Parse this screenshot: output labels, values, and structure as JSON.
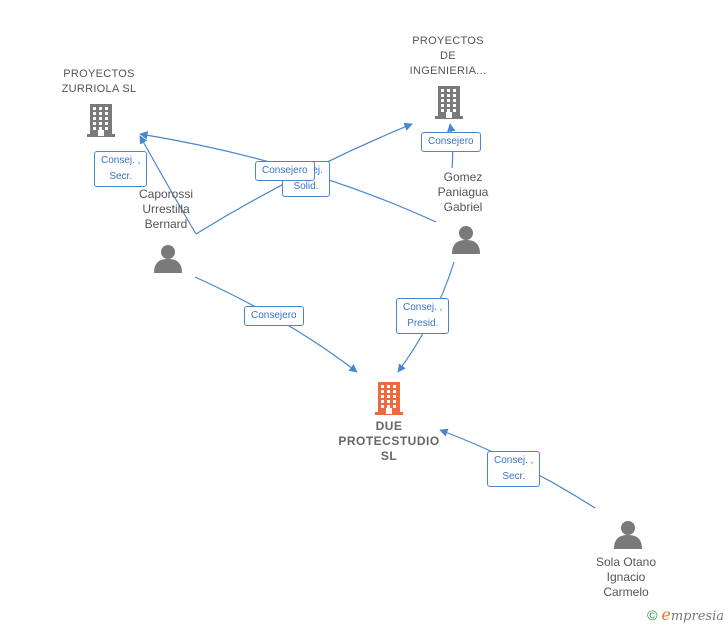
{
  "nodes": {
    "zurriola": {
      "lines": [
        "PROYECTOS",
        "ZURRIOLA  SL"
      ],
      "kind": "company"
    },
    "ingenieria": {
      "lines": [
        "PROYECTOS",
        "DE",
        "INGENIERIA..."
      ],
      "kind": "company"
    },
    "due": {
      "lines": [
        "DUE",
        "PROTECSTUDIO",
        "SL"
      ],
      "kind": "focus-company"
    },
    "caporossi": {
      "lines": [
        "Caporossi",
        "Urrestilla",
        "Bernard"
      ],
      "kind": "person"
    },
    "gomez": {
      "lines": [
        "Gomez",
        "Paniagua",
        "Gabriel"
      ],
      "kind": "person"
    },
    "sola": {
      "lines": [
        "Sola Otano",
        "Ignacio",
        "Carmelo"
      ],
      "kind": "person"
    }
  },
  "edges": {
    "caporossi_zurriola": {
      "lines": [
        "Consej. ,",
        "Secr."
      ]
    },
    "gomez_zurriola": {
      "lines": [
        "Consej.",
        "Solid."
      ]
    },
    "caporossi_ingenieria": {
      "lines": [
        "Consejero"
      ]
    },
    "gomez_ingenieria": {
      "lines": [
        "Consejero"
      ]
    },
    "caporossi_due": {
      "lines": [
        "Consejero"
      ]
    },
    "gomez_due": {
      "lines": [
        "Consej. ,",
        "Presid."
      ]
    },
    "sola_due": {
      "lines": [
        "Consej. ,",
        "Secr."
      ]
    }
  },
  "colors": {
    "edge": "#4a86d0",
    "company_icon": "#7a7a7a",
    "focus_icon": "#ee6a3c",
    "person_icon": "#7a7a7a"
  },
  "icons": {
    "company": "building-icon",
    "person": "person-icon"
  },
  "brand": {
    "copyright": "©",
    "initial": "e",
    "rest": "mpresia"
  }
}
